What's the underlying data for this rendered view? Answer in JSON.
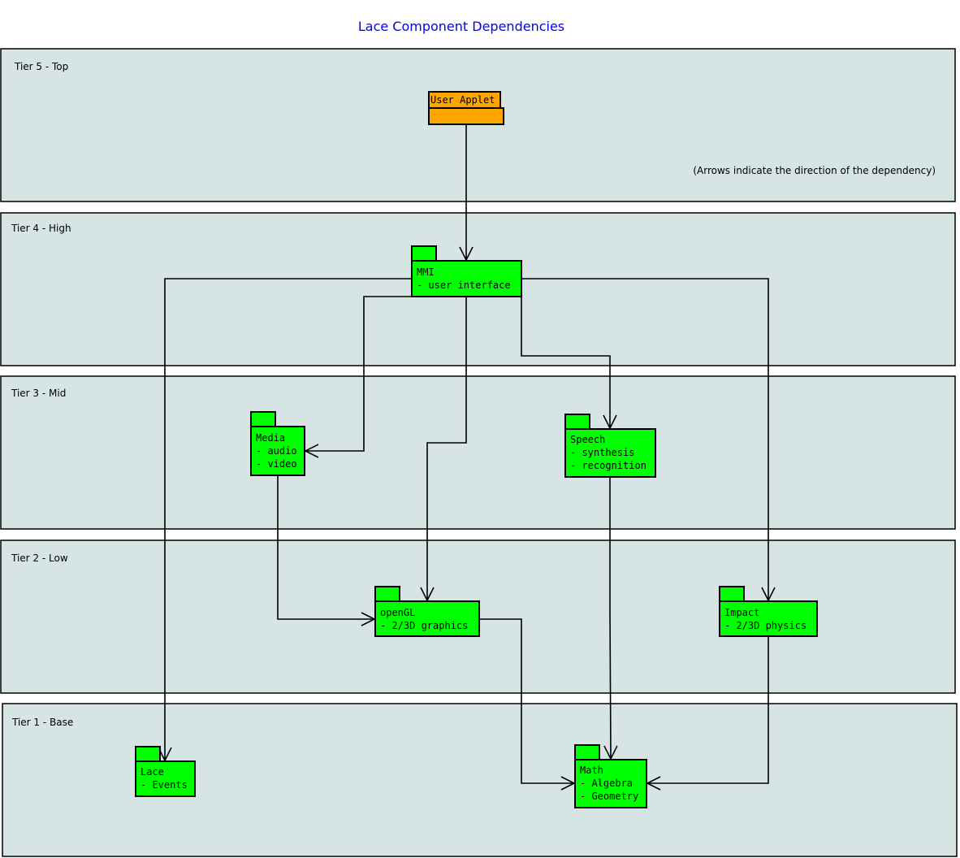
{
  "title": "Lace Component Dependencies",
  "note": "(Arrows indicate the direction of the dependency)",
  "colors": {
    "tier_bg": "#d7e4e4",
    "package_green": "#00ff00",
    "package_orange": "#ffa500",
    "title": "#0000ff"
  },
  "tiers": [
    {
      "label": "Tier 5 - Top"
    },
    {
      "label": "Tier 4 - High"
    },
    {
      "label": "Tier 3 - Mid"
    },
    {
      "label": "Tier 2 - Low"
    },
    {
      "label": "Tier 1 - Base"
    }
  ],
  "packages": {
    "user_applet": {
      "name": "User Applet",
      "lines": []
    },
    "mmi": {
      "name": "MMI",
      "lines": [
        "- user interface"
      ]
    },
    "media": {
      "name": "Media",
      "lines": [
        "- audio",
        "- video"
      ]
    },
    "speech": {
      "name": "Speech",
      "lines": [
        "- synthesis",
        "- recognition"
      ]
    },
    "opengl": {
      "name": "openGL",
      "lines": [
        "- 2/3D graphics"
      ]
    },
    "impact": {
      "name": "Impact",
      "lines": [
        "- 2/3D physics"
      ]
    },
    "lace": {
      "name": "Lace",
      "lines": [
        "- Events"
      ]
    },
    "math": {
      "name": "Math",
      "lines": [
        "- Algebra",
        "- Geometry"
      ]
    }
  },
  "dependencies": [
    {
      "from": "User Applet",
      "to": "MMI"
    },
    {
      "from": "MMI",
      "to": "Lace"
    },
    {
      "from": "MMI",
      "to": "Media"
    },
    {
      "from": "MMI",
      "to": "openGL"
    },
    {
      "from": "MMI",
      "to": "Speech"
    },
    {
      "from": "MMI",
      "to": "Impact"
    },
    {
      "from": "Media",
      "to": "openGL"
    },
    {
      "from": "Speech",
      "to": "Math"
    },
    {
      "from": "openGL",
      "to": "Math"
    },
    {
      "from": "Impact",
      "to": "Math"
    }
  ]
}
